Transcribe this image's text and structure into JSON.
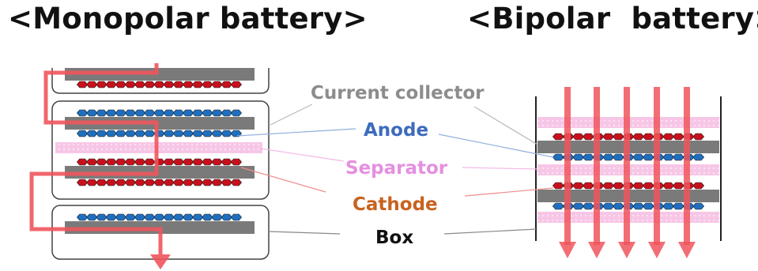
{
  "titles": {
    "monopolar": "<Monopolar battery>",
    "bipolar": "<Bipolar  battery>"
  },
  "labels": [
    {
      "key": "current_collector",
      "text": "Current collector",
      "color": "#8c8c8c"
    },
    {
      "key": "anode",
      "text": "Anode",
      "color": "#3d6bbd"
    },
    {
      "key": "separator",
      "text": "Separator",
      "color": "#e58fe0"
    },
    {
      "key": "cathode",
      "text": "Cathode",
      "color": "#c8621f"
    },
    {
      "key": "box",
      "text": "Box",
      "color": "#111111"
    }
  ],
  "colors": {
    "cathode": "#c8101c",
    "anode": "#1f6fc0",
    "collector": "#7a7a7a",
    "separator": "#f7c6e6",
    "current_arrow": "#f0555c",
    "box_outline": "#444444"
  }
}
